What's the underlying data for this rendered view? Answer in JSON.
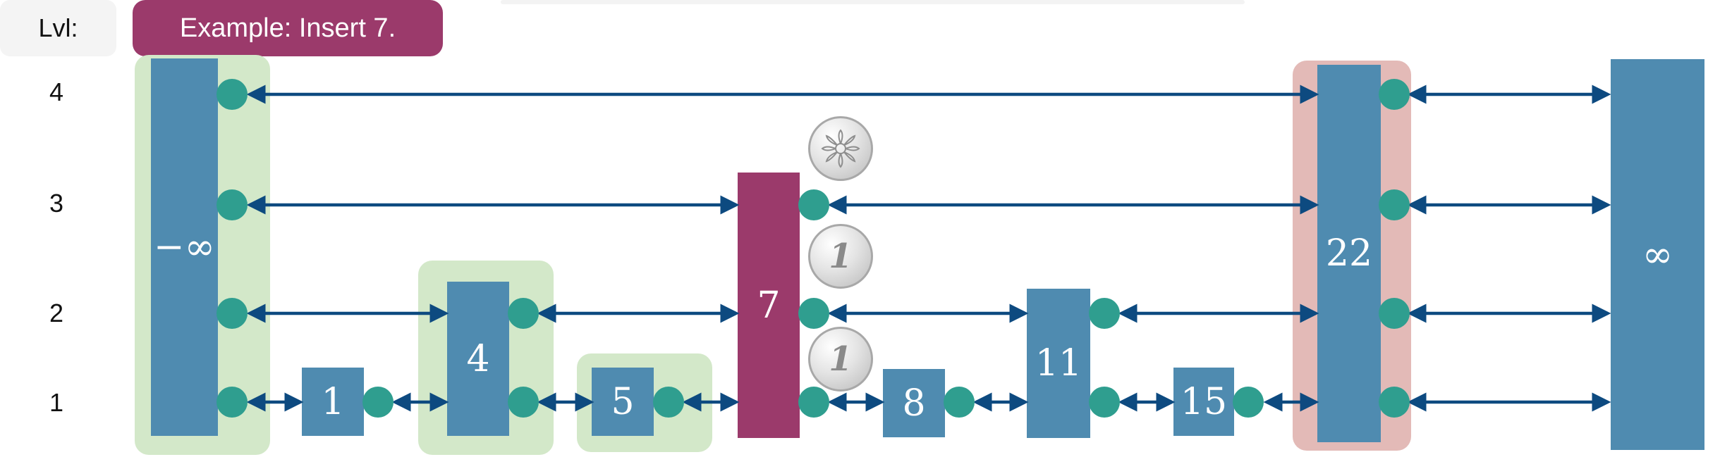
{
  "header": {
    "level_label": "Lvl:",
    "title": "Example: Insert 7."
  },
  "levels": [
    "4",
    "3",
    "2",
    "1"
  ],
  "towers": [
    {
      "id": "neg-inf",
      "label": "−∞",
      "height": 4,
      "color": "#4f8bb0",
      "highlight": "green"
    },
    {
      "id": "1",
      "label": "1",
      "height": 1,
      "color": "#4f8bb0",
      "highlight": "none"
    },
    {
      "id": "4",
      "label": "4",
      "height": 2,
      "color": "#4f8bb0",
      "highlight": "green"
    },
    {
      "id": "5",
      "label": "5",
      "height": 1,
      "color": "#4f8bb0",
      "highlight": "green"
    },
    {
      "id": "7",
      "label": "7",
      "height": 3,
      "color": "#9b3a6b",
      "highlight": "none",
      "inserted": true
    },
    {
      "id": "8",
      "label": "8",
      "height": 1,
      "color": "#4f8bb0",
      "highlight": "none"
    },
    {
      "id": "11",
      "label": "11",
      "height": 2,
      "color": "#4f8bb0",
      "highlight": "none"
    },
    {
      "id": "15",
      "label": "15",
      "height": 1,
      "color": "#4f8bb0",
      "highlight": "none"
    },
    {
      "id": "22",
      "label": "22",
      "height": 4,
      "color": "#4f8bb0",
      "highlight": "red"
    },
    {
      "id": "inf",
      "label": "∞",
      "height": 4,
      "color": "#4f8bb0",
      "highlight": "none"
    }
  ],
  "coin_flips": [
    {
      "face": "heads-flower",
      "label": ""
    },
    {
      "face": "one",
      "label": "1"
    },
    {
      "face": "one",
      "label": "1"
    }
  ],
  "colors": {
    "tower": "#4f8bb0",
    "inserted": "#9b3a6b",
    "node": "#2f9e8f",
    "arrow": "#0d4a80",
    "highlight_green": "#d3e8c9",
    "highlight_red": "#e3bab7"
  }
}
